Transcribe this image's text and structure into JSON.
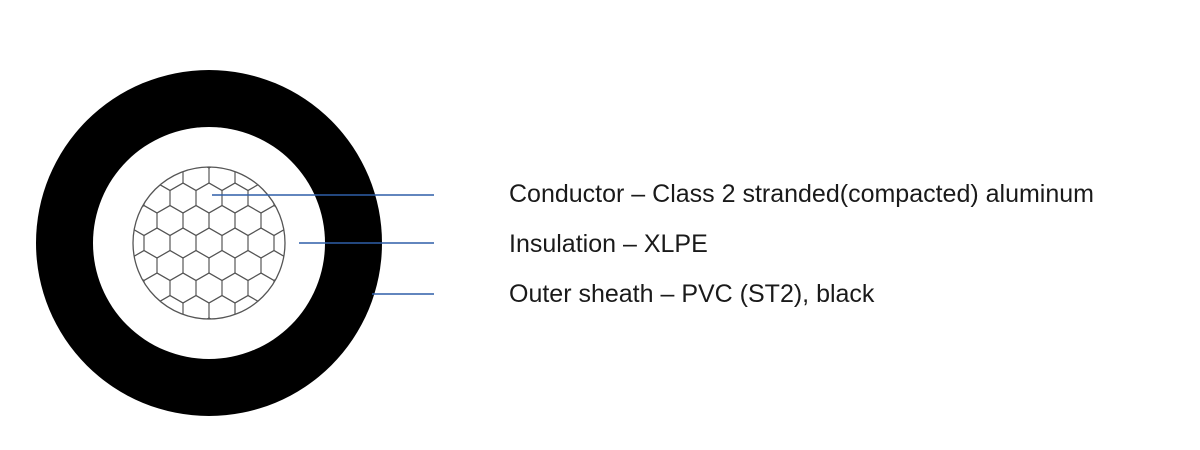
{
  "layers": [
    {
      "id": "conductor",
      "text": "Conductor – Class 2 stranded(compacted) aluminum"
    },
    {
      "id": "insulation",
      "text": "Insulation – XLPE"
    },
    {
      "id": "sheath",
      "text": "Outer sheath – PVC (ST2), black"
    }
  ],
  "colors": {
    "sheath": "#000000",
    "insulation": "#ffffff",
    "strand_lines": "#555555",
    "leader_lines": "#2f5fa8",
    "text": "#1a1a1a"
  }
}
